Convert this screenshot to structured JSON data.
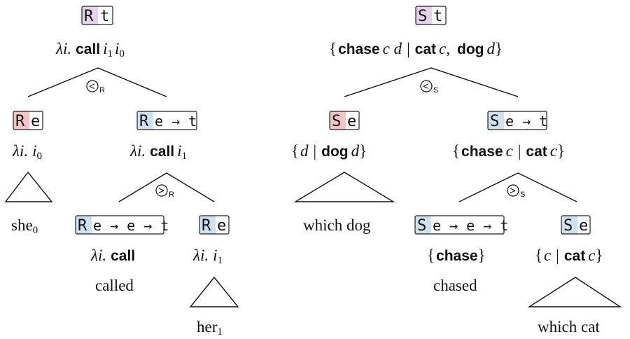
{
  "colors": {
    "R_pink": "#f2c4c6",
    "R_blue": "#cfe0ee",
    "S_purple": "#e4d3ea",
    "line": "#111111"
  },
  "left_tree": {
    "root": {
      "type_head": "R",
      "type_tail": "t",
      "sem_lambda": "λi.",
      "sem_const": "call",
      "sem_args": "i",
      "sub1": "1",
      "sem_args2": "i",
      "sub0": "0"
    },
    "op_top": {
      "symbol": "<",
      "sub": "R"
    },
    "left": {
      "type_head": "R",
      "type_tail": "e",
      "sem_lambda": "λi.",
      "sem_var": "i",
      "sub": "0",
      "word": "she",
      "word_sub": "0"
    },
    "right": {
      "type_head": "R",
      "type_tail": "e → t",
      "sem_lambda": "λi.",
      "sem_const": "call",
      "sem_var": "i",
      "sub": "1"
    },
    "op_mid": {
      "symbol": ">",
      "sub": "R"
    },
    "rl": {
      "type_head": "R",
      "type_tail": "e → e → t",
      "sem_lambda": "λi.",
      "sem_const": "call",
      "word": "called"
    },
    "rr": {
      "type_head": "R",
      "type_tail": "e",
      "sem_lambda": "λi.",
      "sem_var": "i",
      "sub": "1",
      "word": "her",
      "word_sub": "1"
    }
  },
  "right_tree": {
    "root": {
      "type_head": "S",
      "type_tail": "t",
      "sem_open": "{",
      "c1": "chase",
      "v1": "c d",
      "bar": "|",
      "c2": "cat",
      "v2": "c,",
      "c3": "dog",
      "v3": "d",
      "sem_close": "}"
    },
    "op_top": {
      "symbol": "<",
      "sub": "S"
    },
    "left": {
      "type_head": "S",
      "type_tail": "e",
      "sem_open": "{",
      "v1": "d",
      "bar": "|",
      "c1": "dog",
      "v2": "d",
      "sem_close": "}",
      "word": "which dog"
    },
    "right": {
      "type_head": "S",
      "type_tail": "e → t",
      "sem_open": "{",
      "c1": "chase",
      "v1": "c",
      "bar": "|",
      "c2": "cat",
      "v2": "c",
      "sem_close": "}"
    },
    "op_mid": {
      "symbol": ">",
      "sub": "S"
    },
    "rl": {
      "type_head": "S",
      "type_tail": "e → e → t",
      "sem_open": "{",
      "c1": "chase",
      "sem_close": "}",
      "word": "chased"
    },
    "rr": {
      "type_head": "S",
      "type_tail": "e",
      "sem_open": "{",
      "v1": "c",
      "bar": "|",
      "c1": "cat",
      "v2": "c",
      "sem_close": "}",
      "word": "which cat"
    }
  }
}
